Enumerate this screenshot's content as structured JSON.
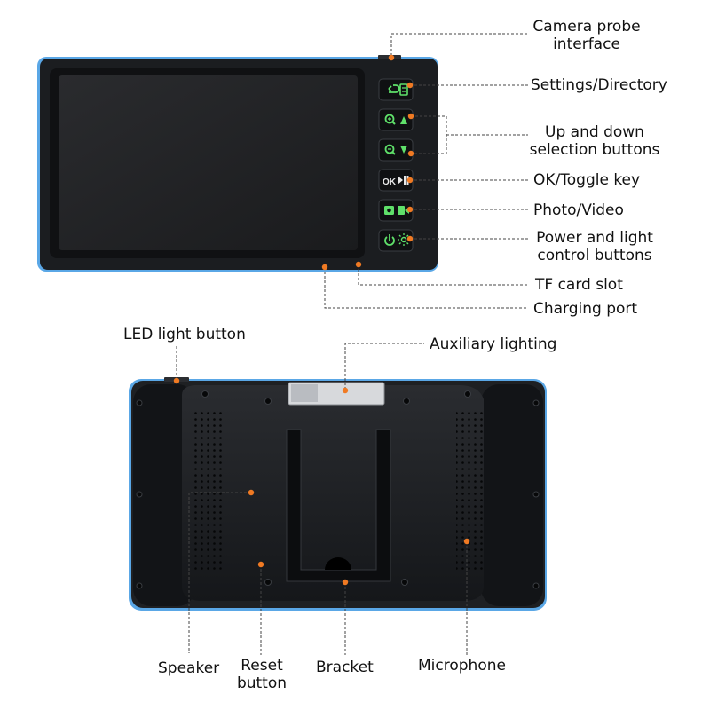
{
  "colors": {
    "accent_dot": "#f07a23",
    "leader_line": "#444444",
    "button_green": "#5fe06a",
    "casing_black": "#1b1d20",
    "edge_blue": "#5aa7e6"
  },
  "front_view": {
    "labels": {
      "camera_probe_interface": [
        "Camera probe",
        "interface"
      ],
      "settings_directory": "Settings/Directory",
      "up_down_selection": [
        "Up and down",
        "selection buttons"
      ],
      "ok_toggle": "OK/Toggle key",
      "photo_video": "Photo/Video",
      "power_light": [
        "Power and light",
        "control buttons"
      ],
      "tf_card_slot": "TF card slot",
      "charging_port": "Charging port"
    },
    "buttons": [
      {
        "name": "settings-directory-button",
        "icons": [
          "back-arrow-icon",
          "menu-list-icon"
        ]
      },
      {
        "name": "up-selection-button",
        "icons": [
          "zoom-in-icon",
          "triangle-up-icon"
        ]
      },
      {
        "name": "down-selection-button",
        "icons": [
          "zoom-out-icon",
          "triangle-down-icon"
        ]
      },
      {
        "name": "ok-toggle-button",
        "icons": [
          "ok-text-icon",
          "play-pause-icon"
        ]
      },
      {
        "name": "photo-video-button",
        "icons": [
          "camera-icon",
          "video-icon"
        ]
      },
      {
        "name": "power-light-button",
        "icons": [
          "power-icon",
          "light-icon"
        ]
      }
    ],
    "ok_glyph": "OK"
  },
  "back_view": {
    "labels": {
      "led_light_button": "LED light button",
      "auxiliary_lighting": "Auxiliary lighting",
      "speaker": "Speaker",
      "reset_button": [
        "Reset",
        "button"
      ],
      "bracket": "Bracket",
      "microphone": "Microphone"
    }
  }
}
